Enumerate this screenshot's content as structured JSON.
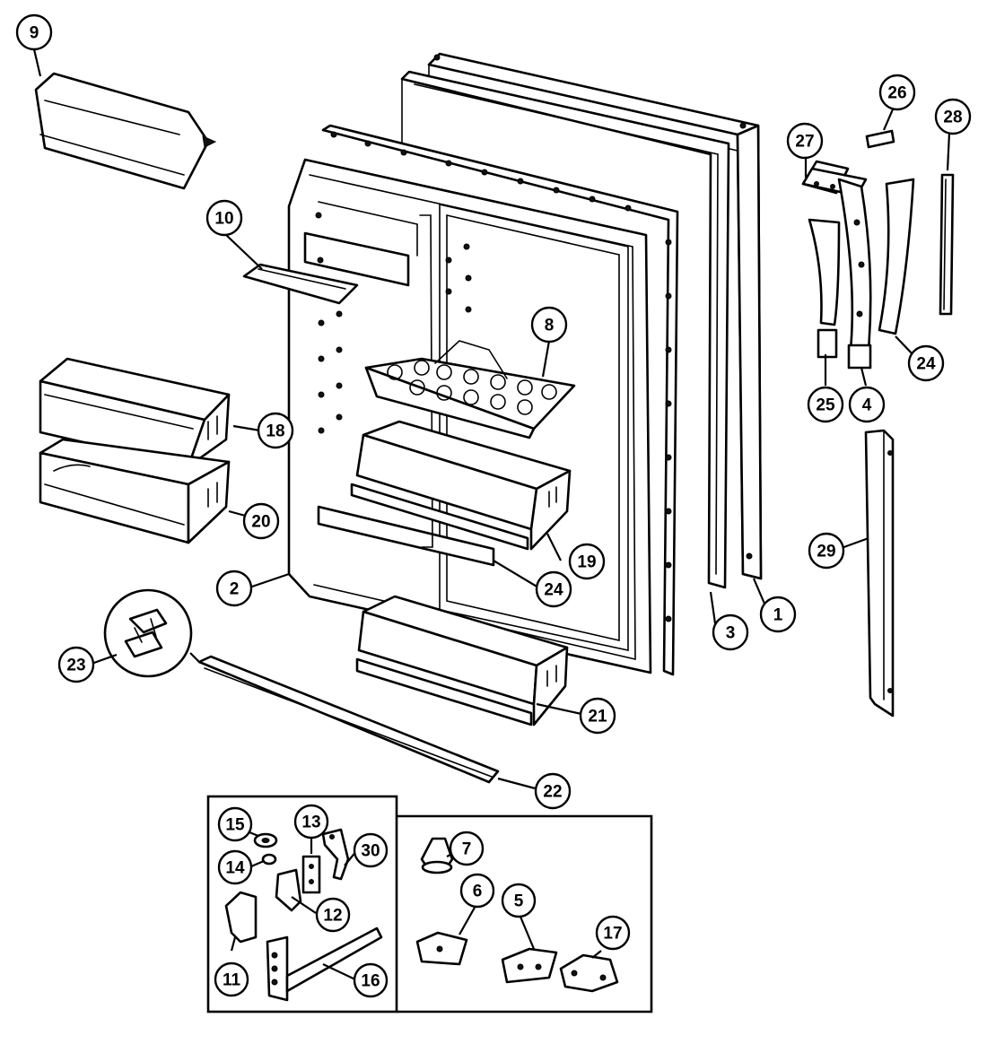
{
  "callouts": [
    {
      "id": "c9",
      "label": "9"
    },
    {
      "id": "c10",
      "label": "10"
    },
    {
      "id": "c18",
      "label": "18"
    },
    {
      "id": "c20",
      "label": "20"
    },
    {
      "id": "c8",
      "label": "8"
    },
    {
      "id": "c19",
      "label": "19"
    },
    {
      "id": "c2",
      "label": "2"
    },
    {
      "id": "c24a",
      "label": "24"
    },
    {
      "id": "c3",
      "label": "3"
    },
    {
      "id": "c1",
      "label": "1"
    },
    {
      "id": "c23",
      "label": "23"
    },
    {
      "id": "c21",
      "label": "21"
    },
    {
      "id": "c22",
      "label": "22"
    },
    {
      "id": "c26",
      "label": "26"
    },
    {
      "id": "c27",
      "label": "27"
    },
    {
      "id": "c28",
      "label": "28"
    },
    {
      "id": "c24b",
      "label": "24"
    },
    {
      "id": "c25",
      "label": "25"
    },
    {
      "id": "c4",
      "label": "4"
    },
    {
      "id": "c29",
      "label": "29"
    },
    {
      "id": "c15",
      "label": "15"
    },
    {
      "id": "c13",
      "label": "13"
    },
    {
      "id": "c14",
      "label": "14"
    },
    {
      "id": "c30",
      "label": "30"
    },
    {
      "id": "c12",
      "label": "12"
    },
    {
      "id": "c11",
      "label": "11"
    },
    {
      "id": "c16",
      "label": "16"
    },
    {
      "id": "c7",
      "label": "7"
    },
    {
      "id": "c6",
      "label": "6"
    },
    {
      "id": "c5",
      "label": "5"
    },
    {
      "id": "c17",
      "label": "17"
    }
  ]
}
